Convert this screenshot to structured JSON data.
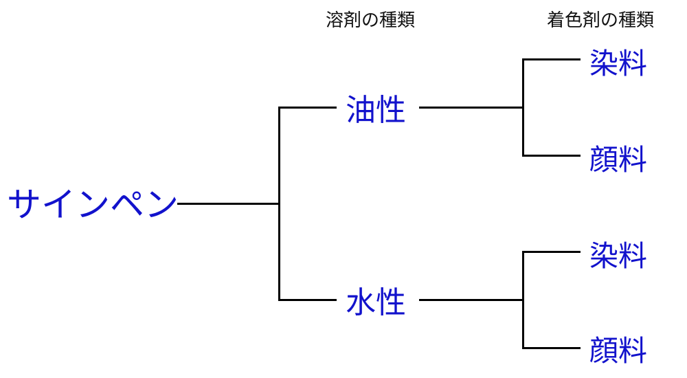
{
  "headers": {
    "solvent": "溶剤の種類",
    "colorant": "着色剤の種類"
  },
  "root": {
    "label": "サインペン"
  },
  "solvents": [
    {
      "label": "油性",
      "colorants": [
        "染料",
        "顔料"
      ]
    },
    {
      "label": "水性",
      "colorants": [
        "染料",
        "顔料"
      ]
    }
  ],
  "colors": {
    "node_text": "#1212cc",
    "header_text": "#111111",
    "line": "#000000"
  }
}
